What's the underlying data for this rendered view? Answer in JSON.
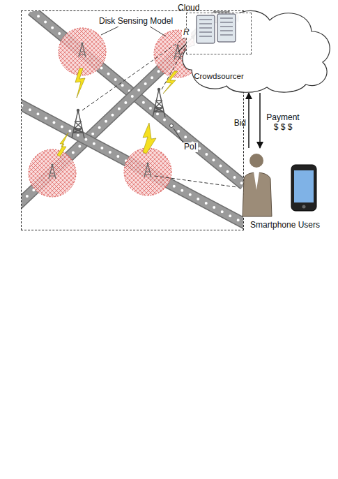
{
  "diagram": {
    "nodes": [
      {
        "text": [
          "RoI"
        ]
      },
      {
        "text": [
          "Cloud"
        ]
      },
      {
        "text": [
          "Crowdsourcer"
        ],
        "in": 1
      },
      {
        "text": [
          "Smartphone Users"
        ]
      }
    ],
    "edges": [
      {
        "from": 3,
        "to": 1,
        "label": "Bid",
        "arrow": "to"
      },
      {
        "from": 1,
        "to": 3,
        "label": "Payment $ $ $",
        "arrow": "to"
      }
    ],
    "labels": [
      "Disk Sensing Model",
      "R",
      "PoI"
    ]
  }
}
